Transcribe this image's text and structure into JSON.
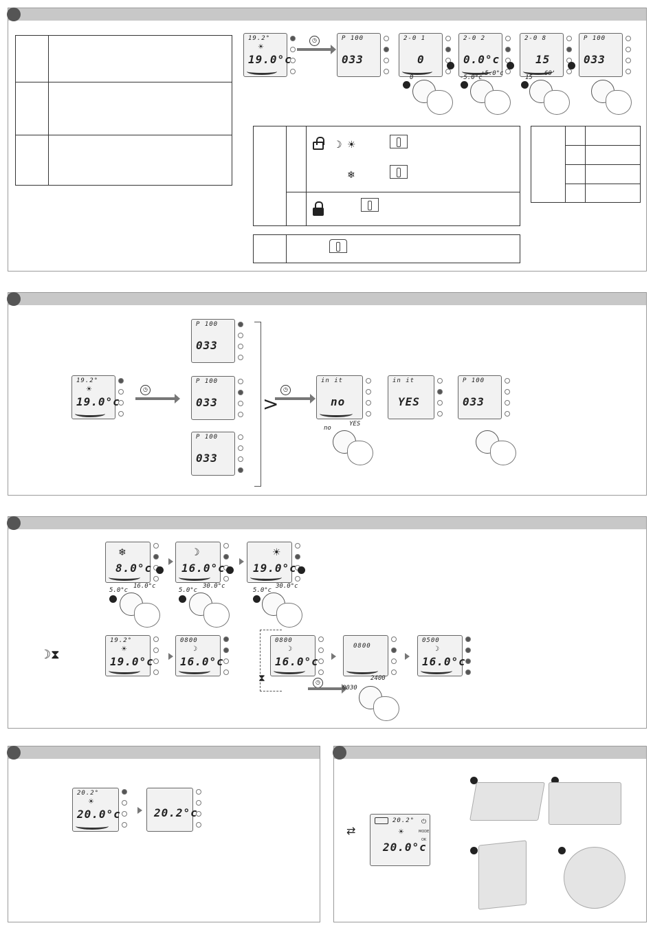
{
  "lcd": {
    "t_192": "19.2°",
    "t_190": "19.0°c",
    "p100": "P 100",
    "v033": "033",
    "s201": "2-0 1",
    "s202": "2-0 2",
    "s208": "2-0 8",
    "v0": "0",
    "v00": "0.0°c",
    "v15": "15",
    "init": "in it",
    "no": "no",
    "yes": "YES",
    "v80": "8.0°c",
    "v160": "16.0°c",
    "t_0800": "0800",
    "t_0500": "0500",
    "t_202": "20.2°",
    "t_200": "20.0°c",
    "t_202c": "20.2°c"
  },
  "knobs": {
    "a": "0",
    "b": "-5.0°c",
    "c": "+5.0°c",
    "d": "15",
    "e": "60'",
    "f": "no",
    "g": "YES",
    "h": "5.0°c",
    "i": "16.0°c",
    "j": "30.0°c",
    "k": "0030",
    "l": "2400"
  },
  "side_labels": {
    "mode": "MODE",
    "ok": "OK"
  }
}
